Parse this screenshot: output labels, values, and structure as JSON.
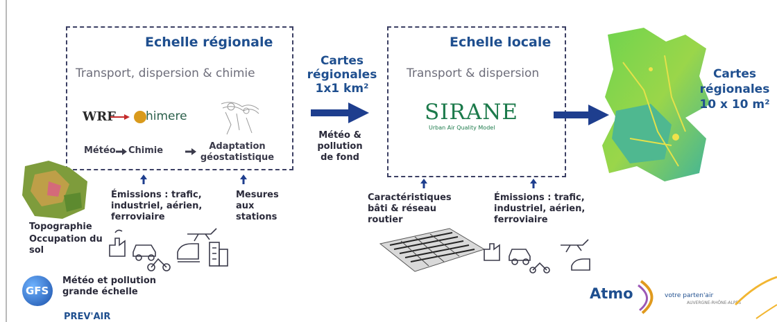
{
  "regional": {
    "title": "Echelle régionale",
    "subtitle": "Transport, dispersion & chimie",
    "logos": {
      "wrf": "WRF",
      "chimere": "himere"
    },
    "flow": {
      "meteo": "Météo",
      "chimie": "Chimie",
      "adaptation": "Adaptation géostatistique"
    },
    "inputs": {
      "emissions": "Émissions : trafic, industriel, aérien, ferroviaire",
      "mesures": "Mesures aux stations"
    }
  },
  "middle": {
    "cartes": "Cartes régionales 1x1 km²",
    "meteo_pollution": "Météo & pollution de fond"
  },
  "local": {
    "title": "Echelle locale",
    "subtitle": "Transport & dispersion",
    "sirane": "SIRANE",
    "sirane_tagline": "Urban Air Quality Model",
    "inputs": {
      "caracteristiques": "Caractéristiques bâti & réseau routier",
      "emissions": "Émissions : trafic, industriel, aérien, ferroviaire"
    }
  },
  "right": {
    "cartes": "Cartes régionales 10 x 10 m²"
  },
  "left": {
    "topographie": "Topographie",
    "occupation": "Occupation du sol",
    "gfs_logo": "GFS",
    "meteo_grande": "Météo et pollution grande échelle",
    "prevair": "PREV'AIR"
  },
  "footer": {
    "atmo": "Atmo",
    "slogan": "votre parten'air",
    "region": "AUVERGNE-RHÔNE-ALPES"
  },
  "colors": {
    "navy": "#1f4f8f",
    "arrow": "#1e3e8e",
    "dash": "#3b3f63",
    "map_green": "#9ad64a"
  },
  "icons": [
    "factory-icon",
    "car-icon",
    "scooter-icon",
    "train-icon",
    "airplane-icon",
    "building-icon",
    "map-region-icon"
  ]
}
